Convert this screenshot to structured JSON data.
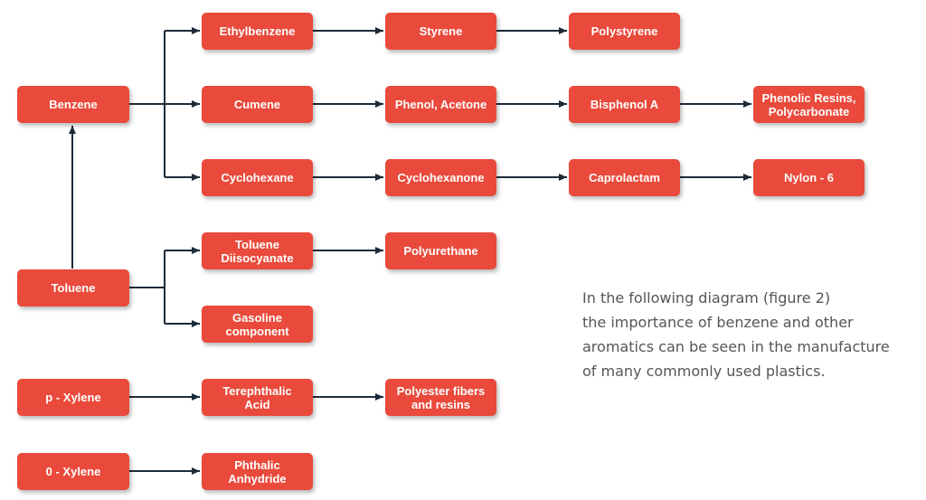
{
  "nodes": {
    "benzene": "Benzene",
    "toluene": "Toluene",
    "p_xylene": "p - Xylene",
    "o_xylene": "0 - Xylene",
    "ethylbenzene": "Ethylbenzene",
    "cumene": "Cumene",
    "cyclohexane": "Cyclohexane",
    "toluene_diisocyanate": "Toluene\nDiisocyanate",
    "gasoline_component": "Gasoline\ncomponent",
    "terephthalic_acid": "Terephthalic\nAcid",
    "phthalic_anhydride": "Phthalic\nAnhydride",
    "styrene": "Styrene",
    "phenol_acetone": "Phenol, Acetone",
    "cyclohexanone": "Cyclohexanone",
    "polyurethane": "Polyurethane",
    "polyester": "Polyester fibers\nand resins",
    "polystyrene": "Polystyrene",
    "bisphenol_a": "Bisphenol A",
    "caprolactam": "Caprolactam",
    "phenolic_resins": "Phenolic Resins,\nPolycarbonate",
    "nylon_6": "Nylon - 6"
  },
  "caption": {
    "lines": [
      "In the following diagram (figure 2)",
      "the importance of benzene and other",
      "aromatics can be seen in the manufacture",
      "of many commonly used plastics."
    ]
  },
  "colors": {
    "node_fill": "#e94a3b",
    "node_text": "#ffffff",
    "connector": "#1c2b3a",
    "caption_text": "#555555"
  }
}
